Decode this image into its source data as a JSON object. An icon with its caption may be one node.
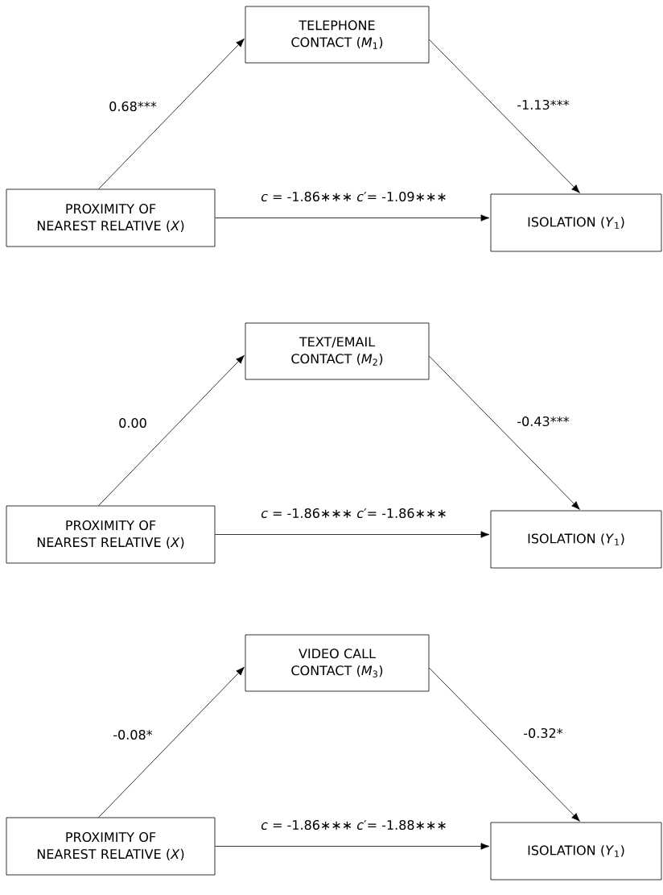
{
  "diagram": {
    "nodes": [
      {
        "text": [
          "TELEPHONE CONTACT (*M*$_{1}$)"
        ]
      },
      {
        "text": [
          "PROXIMITY OF NEAREST RELATIVE (*X*)"
        ]
      },
      {
        "text": [
          "ISOLATION (*Y*$_{1}$)"
        ]
      },
      {
        "text": [
          "TEXT/EMAIL CONTACT (*M*$_{2}$)"
        ]
      },
      {
        "text": [
          "PROXIMITY OF NEAREST RELATIVE (*X*)"
        ]
      },
      {
        "text": [
          "ISOLATION (*Y*$_{1}$)"
        ]
      },
      {
        "text": [
          "VIDEO CALL CONTACT (*M*$_{3}$)"
        ]
      },
      {
        "text": [
          "PROXIMITY OF NEAREST RELATIVE (*X*)"
        ]
      },
      {
        "text": [
          "ISOLATION (*Y*$_{1}$)"
        ]
      }
    ],
    "edges": [
      {
        "from": 1,
        "to": 0,
        "arrow": "to",
        "label": "0.68***"
      },
      {
        "from": 0,
        "to": 2,
        "arrow": "to",
        "label": "-1.13***"
      },
      {
        "from": 1,
        "to": 2,
        "arrow": "to",
        "label": "*c* = -1.86∗∗∗ *c*′= -1.09∗∗∗"
      },
      {
        "from": 4,
        "to": 3,
        "arrow": "to",
        "label": "0.00"
      },
      {
        "from": 3,
        "to": 5,
        "arrow": "to",
        "label": "-0.43***"
      },
      {
        "from": 4,
        "to": 5,
        "arrow": "to",
        "label": "*c* = -1.86∗∗∗ *c*′= -1.86∗∗∗"
      },
      {
        "from": 7,
        "to": 6,
        "arrow": "to",
        "label": "-0.08*"
      },
      {
        "from": 6,
        "to": 8,
        "arrow": "to",
        "label": "-0.32*"
      },
      {
        "from": 7,
        "to": 8,
        "arrow": "to",
        "label": "*c* = -1.86∗∗∗ *c*′= -1.88∗∗∗"
      }
    ]
  }
}
